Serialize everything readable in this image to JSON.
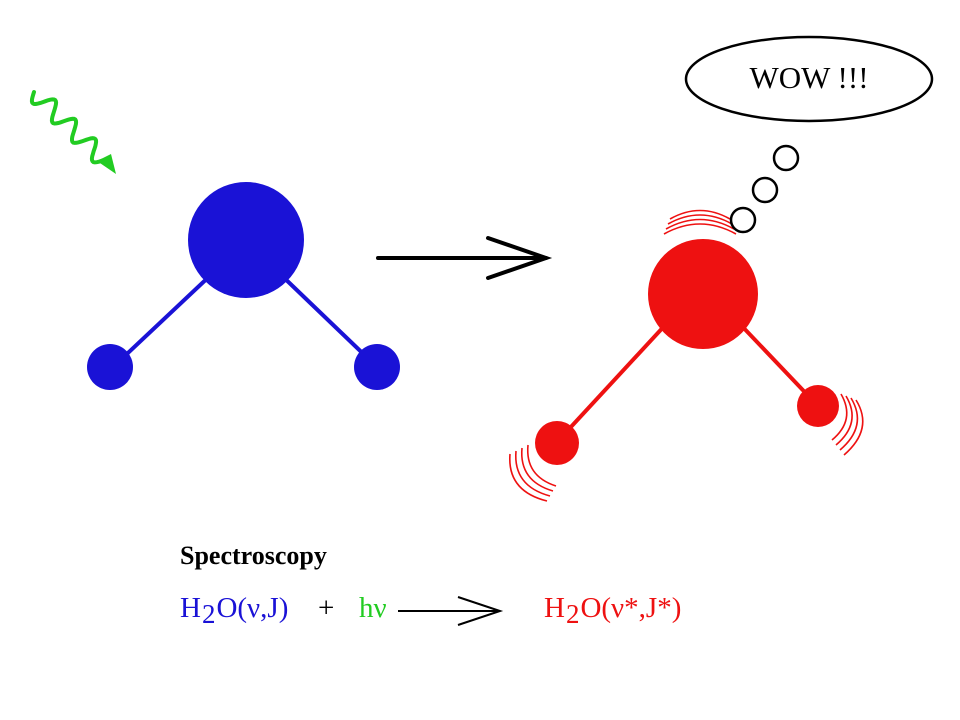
{
  "colors": {
    "ground_state": "#1a12d6",
    "excited_state": "#ee1111",
    "photon": "#22cc22",
    "arrow": "#000000"
  },
  "thought_bubble": {
    "text": "WOW !!!"
  },
  "section_title": "Spectroscopy",
  "equation": {
    "reactant_left": "H",
    "reactant_sub": "2",
    "reactant_right": "O(ν,J)",
    "plus": "+",
    "photon": "hν",
    "product_left": "H",
    "product_sub": "2",
    "product_right": "O(ν*,J*)"
  }
}
